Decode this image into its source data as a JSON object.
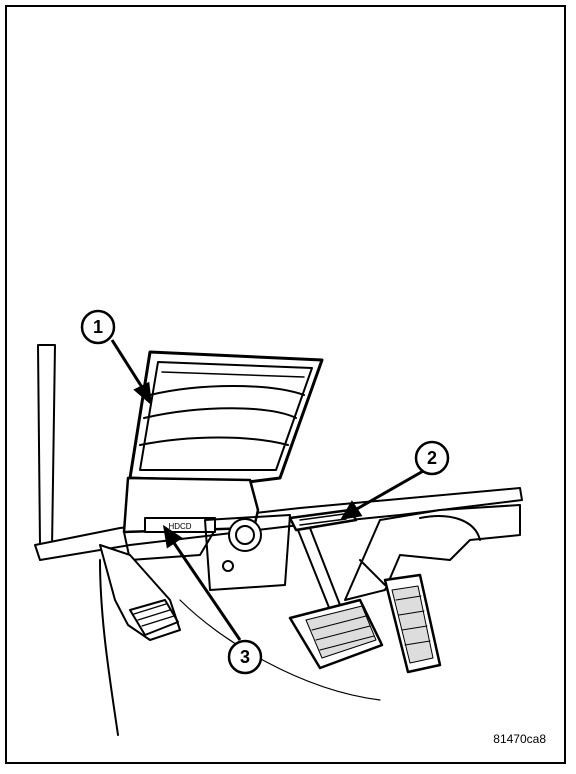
{
  "figure": {
    "id": "81470ca8",
    "callouts": [
      {
        "label": "1"
      },
      {
        "label": "2"
      },
      {
        "label": "3"
      }
    ],
    "module_label": "HDCD"
  },
  "colors": {
    "ink": "#000000",
    "paper": "#ffffff"
  }
}
